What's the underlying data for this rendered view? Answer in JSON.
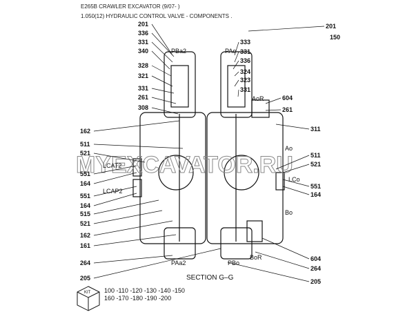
{
  "header": {
    "model": "E265B CRAWLER EXCAVATOR (9/07- )",
    "section": "1.050(12) HYDRAULIC CONTROL VALVE - COMPONENTS  ."
  },
  "section_title": "SECTION G–G",
  "watermark": "MYEXCAVATOR.RU",
  "kit": {
    "icon_text": "KIT",
    "line1": "100 -110 -120 -130 -140 -150",
    "line2": "160 -170 -180 -190 -200"
  },
  "callouts": {
    "left": [
      "201",
      "336",
      "331",
      "340",
      "328",
      "321",
      "331",
      "261",
      "308",
      "162",
      "511",
      "521",
      "551",
      "164",
      "551",
      "164",
      "515",
      "521",
      "162",
      "161",
      "264",
      "205"
    ],
    "right": [
      "201",
      "150",
      "333",
      "331",
      "336",
      "324",
      "323",
      "331",
      "604",
      "261",
      "311",
      "511",
      "521",
      "551",
      "164",
      "604",
      "264",
      "205"
    ],
    "ports": [
      "PBa2",
      "PAo",
      "AoR",
      "LCAT2",
      "LCAP2",
      "Ao",
      "LCo",
      "Bo",
      "PAa2",
      "PBo",
      "BoR"
    ]
  }
}
